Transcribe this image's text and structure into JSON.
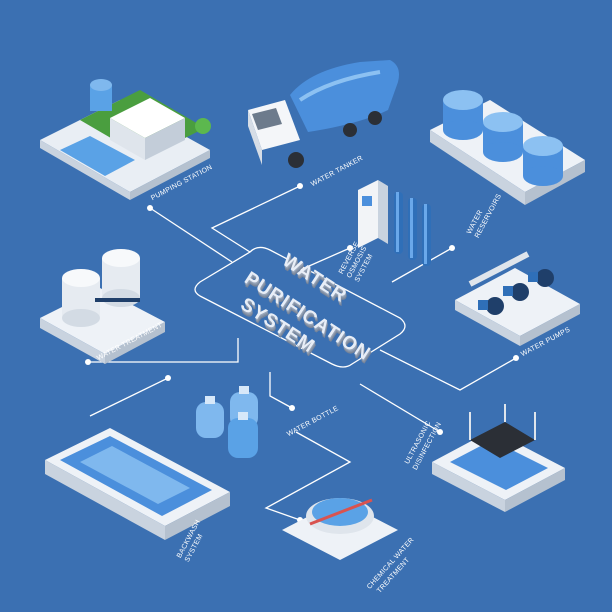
{
  "title": {
    "line1": "WATER",
    "line2": "PURIFICATION",
    "line3": "SYSTEM"
  },
  "labels": {
    "pumping_station": "PUMPING STATION",
    "water_tanker": "WATER TANKER",
    "water_reservoirs_1": "WATER",
    "water_reservoirs_2": "RESERVOIRS",
    "reverse_osmosis_1": "REVERSE",
    "reverse_osmosis_2": "OSMOSIS",
    "reverse_osmosis_3": "SYSTEM",
    "water_treatment": "WATER TREATMENT",
    "water_pumps": "WATER PUMPS",
    "water_bottle": "WATER BOTTLE",
    "ultrasonic_1": "ULTRASONIC",
    "ultrasonic_2": "DISINFECTION",
    "backwash_1": "BACKWASH",
    "backwash_2": "SYSTEM",
    "chemical_1": "CHEMICAL WATER",
    "chemical_2": "TREATMENT"
  },
  "colors": {
    "background": "#3b70b2",
    "line": "#ffffff",
    "water": "#5aa2e6",
    "building": "#f2f4f7"
  }
}
